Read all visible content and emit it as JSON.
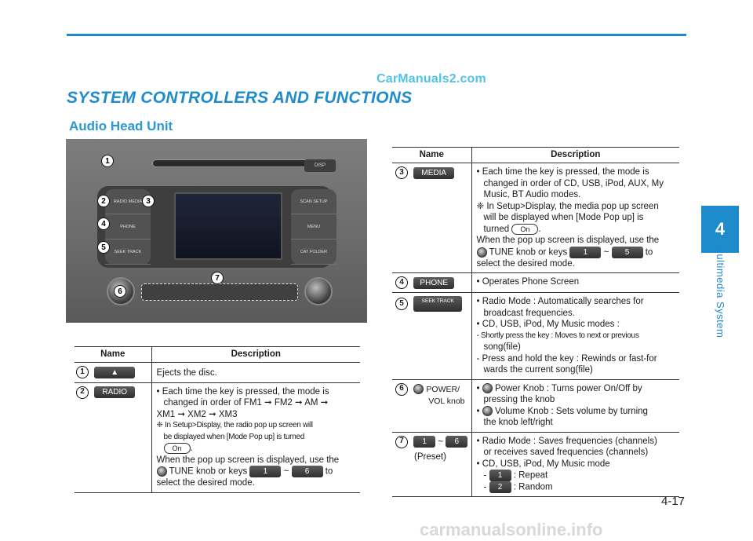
{
  "watermark_top": "CarManuals2.com",
  "watermark_bottom": "carmanualsonline.info",
  "section_title": "SYSTEM CONTROLLERS AND FUNCTIONS",
  "sub_title": "Audio Head Unit",
  "side_tab": {
    "number": "4",
    "label": "Multimedia System"
  },
  "page_number": "4-17",
  "head_unit": {
    "labels": {
      "disp": "DISP",
      "radio_media": "RADIO MEDIA",
      "phone": "PHONE",
      "seek_track": "SEEK TRACK",
      "scan_setup": "SCAN SETUP",
      "menu": "MENU",
      "cat_folder": "CAT FOLDER"
    },
    "markers": [
      "1",
      "2",
      "3",
      "4",
      "5",
      "6",
      "7"
    ]
  },
  "table_left": {
    "header_name": "Name",
    "header_desc": "Description",
    "rows": [
      {
        "num": "1",
        "key": "▲",
        "desc": [
          "Ejects the disc."
        ]
      },
      {
        "num": "2",
        "key": "RADIO",
        "desc": [
          "• Each time the key is pressed, the mode is",
          "changed in order of FM1 ➞ FM2 ➞ AM ➞",
          "XM1 ➞ XM2 ➞ XM3",
          "❈ In Setup>Display, the radio pop up screen will",
          "be displayed when [Mode Pop up] is turned",
          "On",
          ".",
          "When the pop up screen is displayed, use the",
          "TUNE knob or keys",
          "1",
          "~",
          "6",
          "to",
          "select the desired mode."
        ]
      }
    ]
  },
  "table_right": {
    "header_name": "Name",
    "header_desc": "Description",
    "rows": [
      {
        "num": "3",
        "key": "MEDIA",
        "desc": [
          "• Each time the key is pressed, the mode is",
          "changed in order of CD, USB, iPod, AUX, My",
          "Music, BT Audio modes.",
          "❈ In Setup>Display, the media pop up screen",
          "will be displayed when [Mode Pop up] is",
          "turned",
          "On",
          ".",
          "When the pop up screen is displayed, use the",
          "TUNE knob or keys",
          "1",
          "~",
          "5",
          "to",
          "select the desired mode."
        ]
      },
      {
        "num": "4",
        "key": "PHONE",
        "desc": [
          "• Operates Phone Screen"
        ]
      },
      {
        "num": "5",
        "key": "SEEK TRACK",
        "desc": [
          "• Radio Mode : Automatically searches for",
          "broadcast frequencies.",
          "• CD, USB, iPod, My Music modes :",
          "- Shortly press the key : Moves to next or previous",
          "song(file)",
          "- Press and hold the key : Rewinds or fast-for",
          "wards the current song(file)"
        ]
      },
      {
        "num": "6",
        "key": "POWER/",
        "key2": "VOL knob",
        "desc": [
          "Power Knob : Turns power On/Off by",
          "pressing the knob",
          "Volume Knob : Sets volume by turning",
          "the knob left/right"
        ]
      },
      {
        "num": "7",
        "key": "1",
        "tilde": "~",
        "key2": "6",
        "sub": "(Preset)",
        "desc": [
          "• Radio Mode : Saves frequencies (channels)",
          "or receives saved frequencies (channels)",
          "• CD, USB, iPod, My Music mode",
          "- ",
          "1",
          " : Repeat",
          "- ",
          "2",
          " : Random"
        ]
      }
    ]
  }
}
